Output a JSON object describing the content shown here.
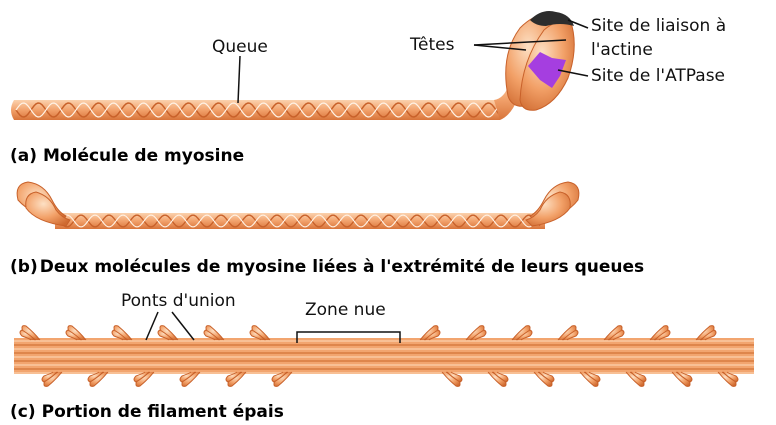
{
  "panel_a": {
    "labels": {
      "tail": "Queue",
      "heads": "Têtes",
      "actin_site": [
        "Site de liaison à",
        "l'actine"
      ],
      "atpase_site": "Site de l'ATPase"
    },
    "caption_letter": "(a)",
    "caption": "Molécule de myosine"
  },
  "panel_b": {
    "caption_letter": "(b)",
    "caption": "Deux molécules de myosine liées à l'extrémité de leurs queues"
  },
  "panel_c": {
    "labels": {
      "cross_bridges": "Ponts d'union",
      "bare_zone": "Zone nue"
    },
    "caption_letter": "(c)",
    "caption": "Portion de filament épais"
  },
  "colors": {
    "myosin_light": "#f6b98a",
    "myosin_mid": "#ee9158",
    "myosin_dark": "#c8612a",
    "atpase_site": "#a53ee0",
    "actin_site": "#2d2d2d"
  }
}
